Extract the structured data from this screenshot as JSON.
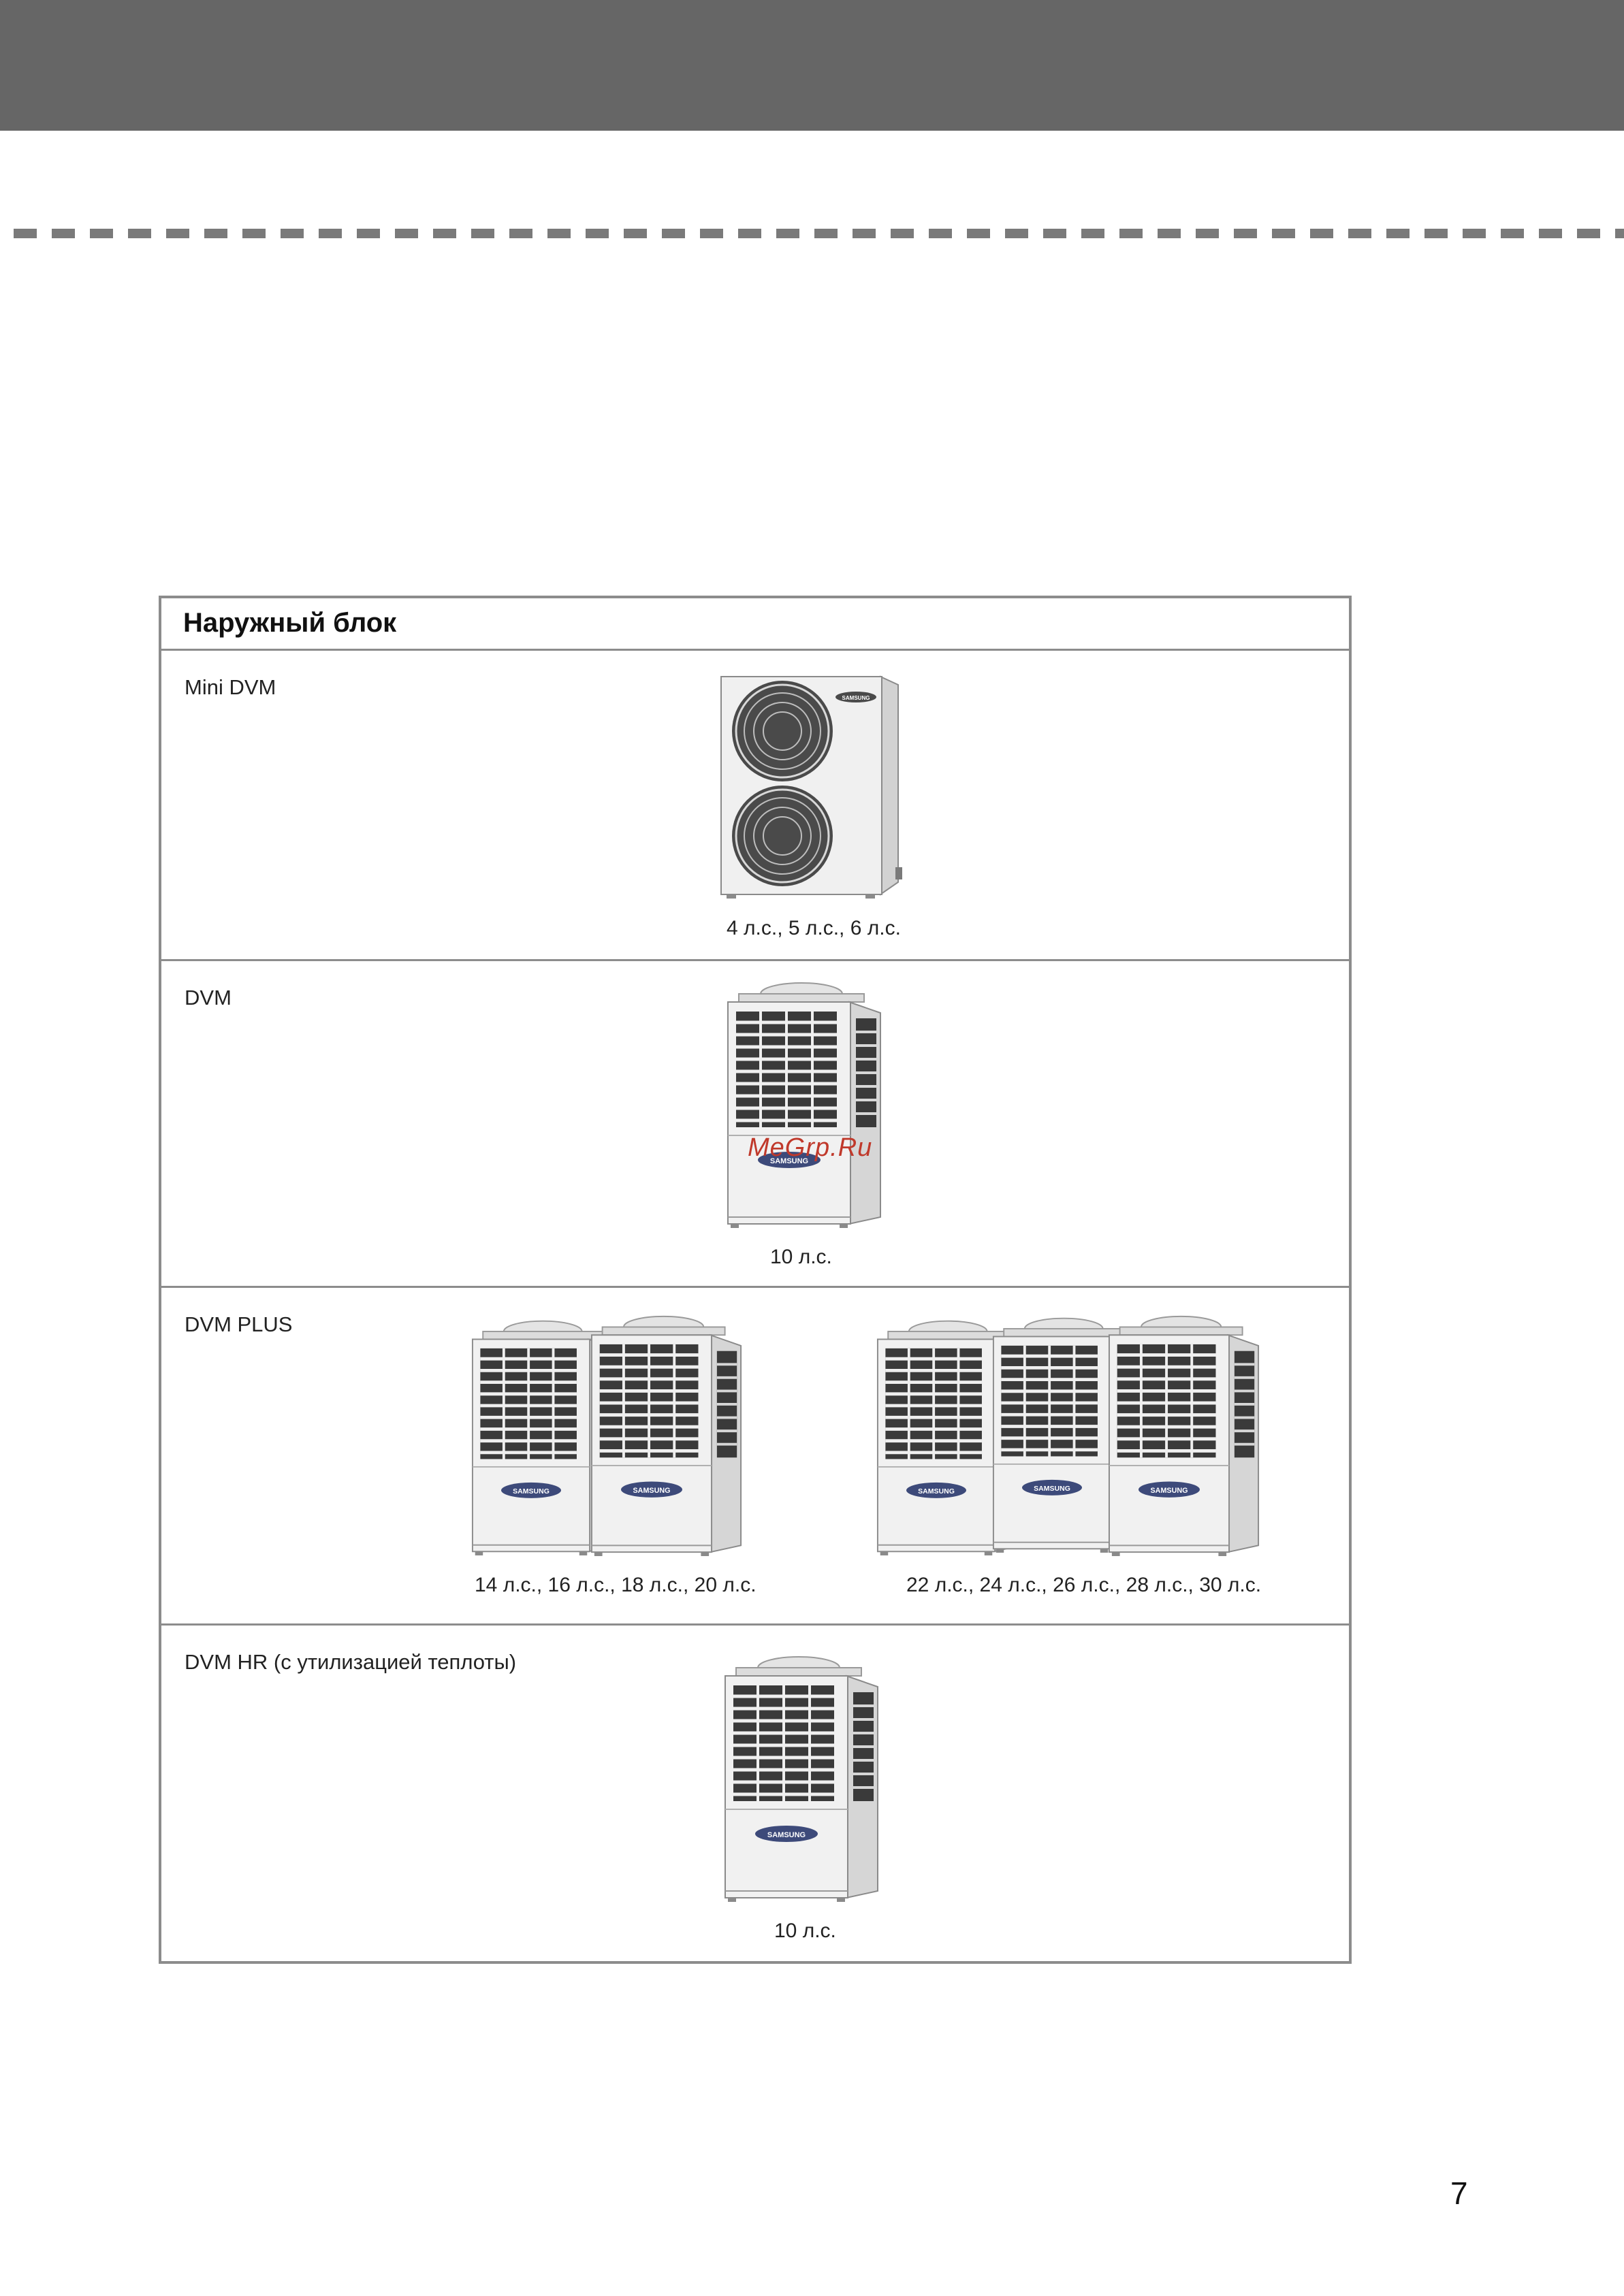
{
  "table": {
    "title": "Наружный блок",
    "rows": [
      {
        "label": "Mini DVM",
        "captions": [
          "4 л.с., 5 л.с., 6 л.с."
        ]
      },
      {
        "label": "DVM",
        "captions": [
          "10  л.с."
        ]
      },
      {
        "label": "DVM PLUS",
        "captions": [
          "14 л.с., 16 л.с., 18 л.с., 20 л.с.",
          "22 л.с., 24 л.с., 26 л.с., 28 л.с., 30 л.с."
        ]
      },
      {
        "label": "DVM HR (с утилизацией теплоты)",
        "captions": [
          "10 л.с."
        ]
      }
    ]
  },
  "watermark": "MeGrp.Ru",
  "page_number": "7",
  "brand_on_units": "SAMSUNG"
}
